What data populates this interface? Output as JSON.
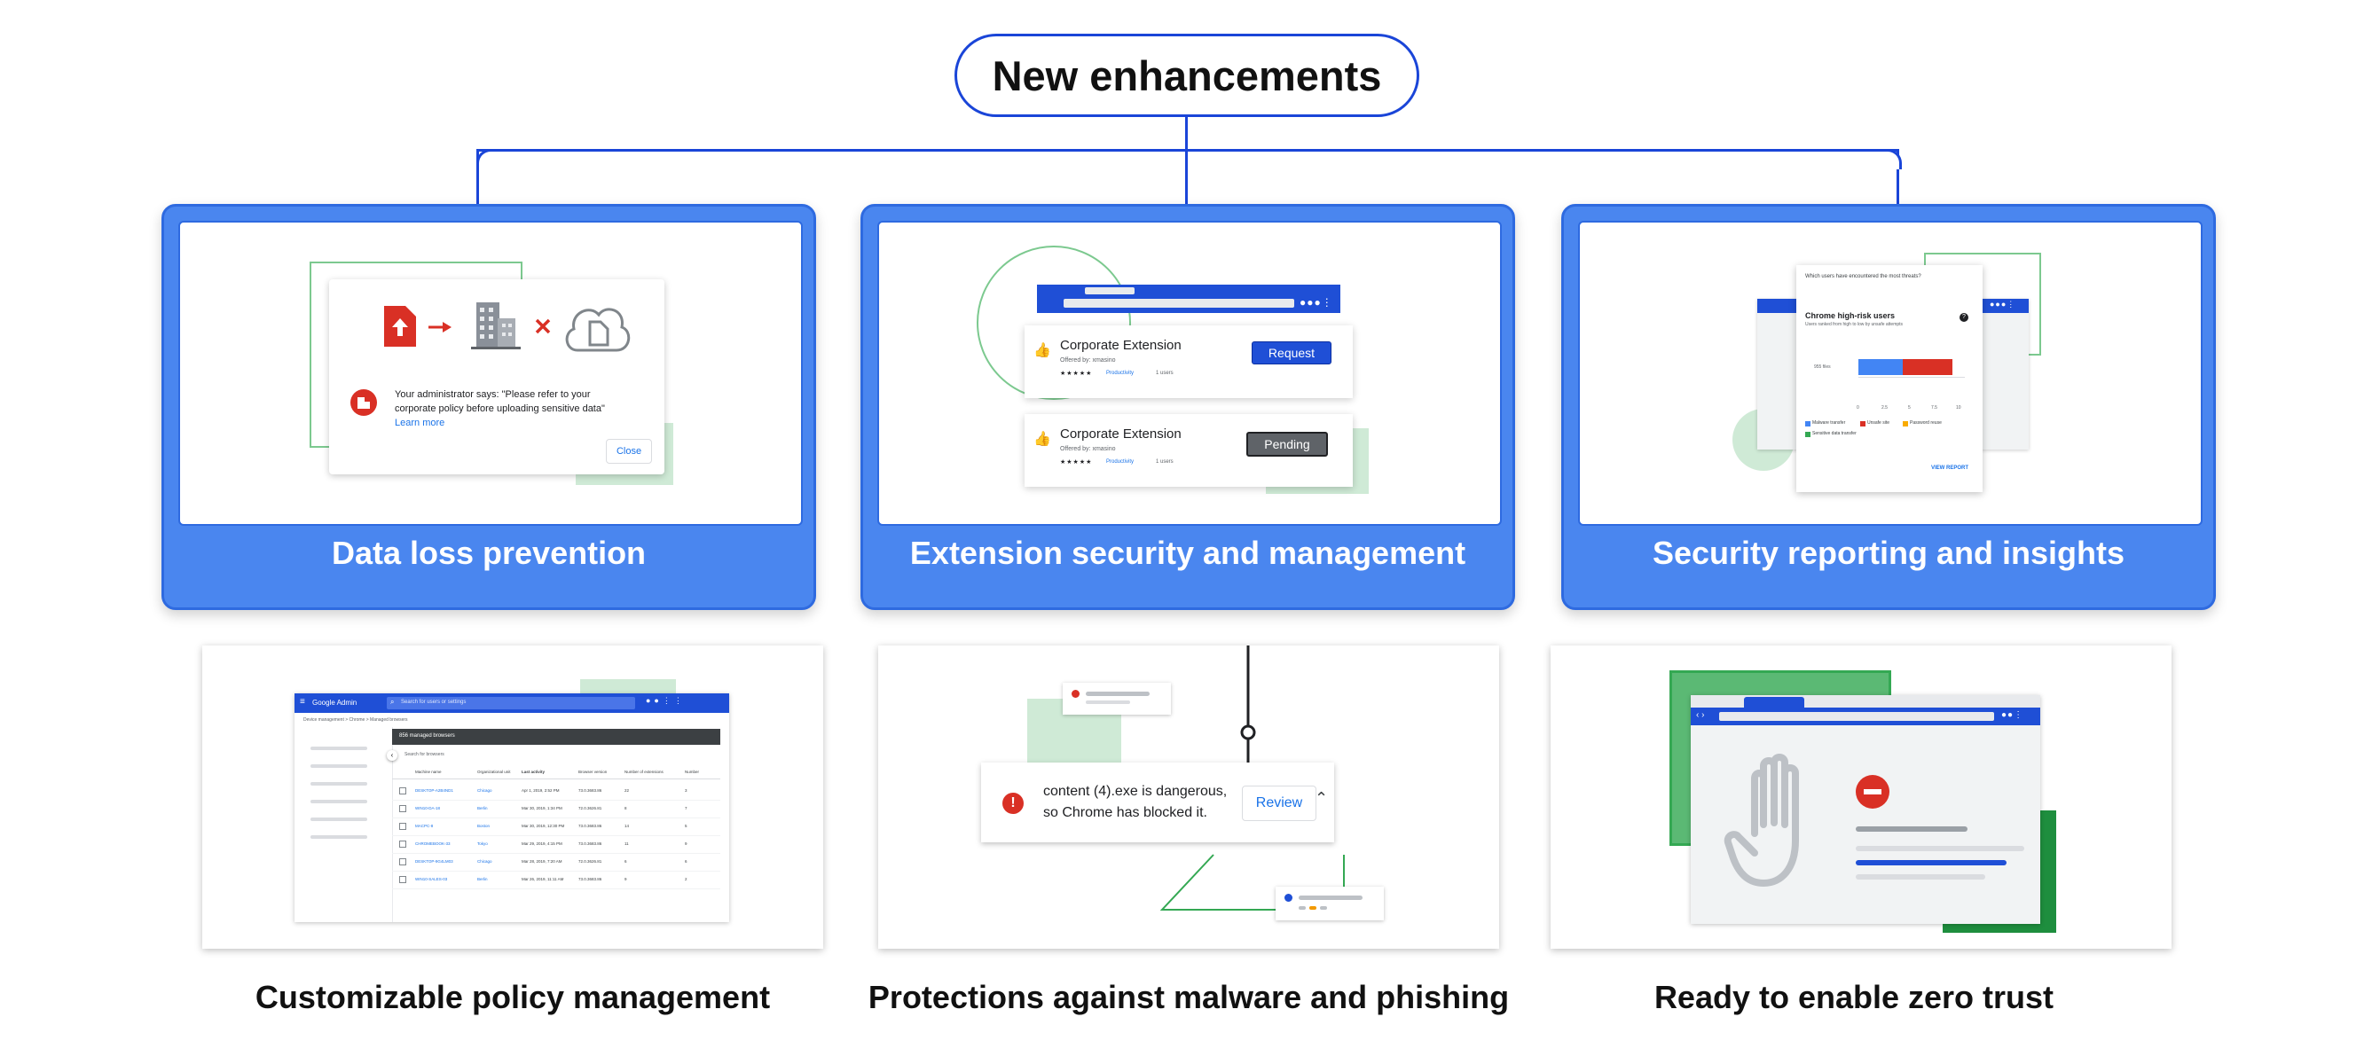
{
  "title": "New enhancements",
  "cards": [
    {
      "label": "Data loss prevention",
      "dialog": {
        "message": "Your administrator says: \"Please refer to your corporate policy before uploading sensitive data\"",
        "learn_more": "Learn more",
        "close": "Close"
      }
    },
    {
      "label": "Extension security and management",
      "extensions": [
        {
          "name": "Corporate Extension",
          "offered_by": "Offered by: xmasino",
          "category": "Productivity",
          "users": "1 users",
          "button": "Request"
        },
        {
          "name": "Corporate Extension",
          "offered_by": "Offered by: xmasino",
          "category": "Productivity",
          "users": "1 users",
          "button": "Pending"
        }
      ]
    },
    {
      "label": "Security reporting and insights",
      "report": {
        "question": "Which users have encountered the most threats?",
        "title": "Chrome high-risk users",
        "subtitle": "Users ranked from high to low by unsafe attempts",
        "row_label": "955 files",
        "ticks": [
          "0",
          "2.5",
          "5",
          "7.5",
          "10"
        ],
        "legend": [
          "Malware transfer",
          "Unsafe site",
          "Password reuse",
          "Sensitive data transfer"
        ],
        "view_report": "VIEW REPORT"
      }
    }
  ],
  "features": [
    {
      "caption": "Customizable policy management",
      "admin": {
        "brand": "Google Admin",
        "search_placeholder": "Search for users or settings",
        "breadcrumb": "Device management > Chrome > Managed browsers",
        "banner": "856 managed browsers",
        "filter": "Search for browsers",
        "columns": [
          "Machine name",
          "Organizational unit",
          "Last activity",
          "Browser version",
          "Number of extensions",
          "Number"
        ],
        "rows": [
          [
            "DESKTOP-A2B4ND1",
            "Chicago",
            "Apr 1, 2019, 2:52 PM",
            "73.0.3683.86",
            "22",
            "3"
          ],
          [
            "WIN10-DA-18",
            "Berlin",
            "Mar 30, 2019, 1:34 PM",
            "72.0.3626.81",
            "8",
            "7"
          ],
          [
            "MACPC-8",
            "Boston",
            "Mar 30, 2019, 12:30 PM",
            "73.0.3683.86",
            "14",
            "5"
          ],
          [
            "CHROMEBOOK-33",
            "Tokyo",
            "Mar 29, 2019, 4:15 PM",
            "73.0.3683.86",
            "11",
            "9"
          ],
          [
            "DESKTOP-9G4LM03",
            "Chicago",
            "Mar 28, 2019, 7:20 AM",
            "72.0.3626.81",
            "6",
            "6"
          ],
          [
            "WIN10-SALES-03",
            "Berlin",
            "Mar 26, 2019, 11:11 AM",
            "73.0.3683.86",
            "9",
            "2"
          ]
        ]
      }
    },
    {
      "caption": "Protections against malware and phishing",
      "download": {
        "message_line1": "content (4).exe is dangerous,",
        "message_line2": "so Chrome has blocked it.",
        "review": "Review"
      }
    },
    {
      "caption": "Ready to enable zero trust"
    }
  ],
  "colors": {
    "accent": "#1a45d8",
    "card_blue": "#4a86ef",
    "chrome_blue": "#1f4fd6",
    "danger": "#d93025",
    "green": "#34a853",
    "mint": "#d5f0dc",
    "orange": "#f29900"
  }
}
